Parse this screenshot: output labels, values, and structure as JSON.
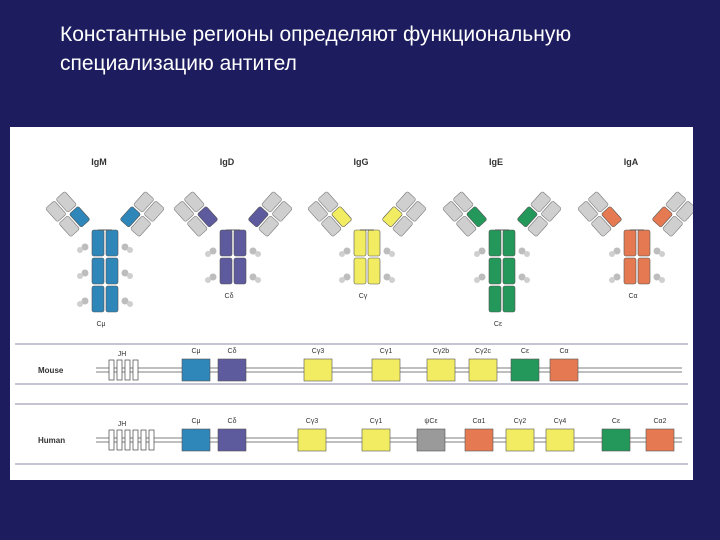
{
  "slide": {
    "title": "Константные регионы определяют функциональную специализацию антител"
  },
  "colors": {
    "IgM": "#2f86b8",
    "IgD": "#5e5a9e",
    "IgG": "#f2ec62",
    "IgE": "#23985a",
    "IgA": "#e57a52",
    "pseudogene": "#9a9a9a",
    "variable": "#cfcfcf"
  },
  "antibodies": [
    {
      "label": "IgM",
      "constant_label": "Cμ",
      "type": "pentamer-unit",
      "color_key": "IgM"
    },
    {
      "label": "IgD",
      "constant_label": "Cδ",
      "type": "monomer",
      "color_key": "IgD"
    },
    {
      "label": "IgG",
      "constant_label": "Cγ",
      "type": "monomer",
      "color_key": "IgG"
    },
    {
      "label": "IgE",
      "constant_label": "Cε",
      "type": "monomer-extended",
      "color_key": "IgE"
    },
    {
      "label": "IgA",
      "constant_label": "Cα",
      "type": "monomer",
      "color_key": "IgA"
    }
  ],
  "loci": [
    {
      "species": "Mouse",
      "j_label": "JH",
      "genes": [
        {
          "label": "Cμ",
          "color_key": "IgM"
        },
        {
          "label": "Cδ",
          "color_key": "IgD"
        },
        {
          "label": "Cγ3",
          "color_key": "IgG"
        },
        {
          "label": "Cγ1",
          "color_key": "IgG"
        },
        {
          "label": "Cγ2b",
          "color_key": "IgG"
        },
        {
          "label": "Cγ2c",
          "color_key": "IgG"
        },
        {
          "label": "Cε",
          "color_key": "IgE"
        },
        {
          "label": "Cα",
          "color_key": "IgA"
        }
      ]
    },
    {
      "species": "Human",
      "j_label": "JH",
      "genes": [
        {
          "label": "Cμ",
          "color_key": "IgM"
        },
        {
          "label": "Cδ",
          "color_key": "IgD"
        },
        {
          "label": "Cγ3",
          "color_key": "IgG"
        },
        {
          "label": "Cγ1",
          "color_key": "IgG"
        },
        {
          "label": "ψCε",
          "color_key": "pseudogene"
        },
        {
          "label": "Cα1",
          "color_key": "IgA"
        },
        {
          "label": "Cγ2",
          "color_key": "IgG"
        },
        {
          "label": "Cγ4",
          "color_key": "IgG"
        },
        {
          "label": "Cε",
          "color_key": "IgE"
        },
        {
          "label": "Cα2",
          "color_key": "IgA"
        }
      ]
    }
  ]
}
